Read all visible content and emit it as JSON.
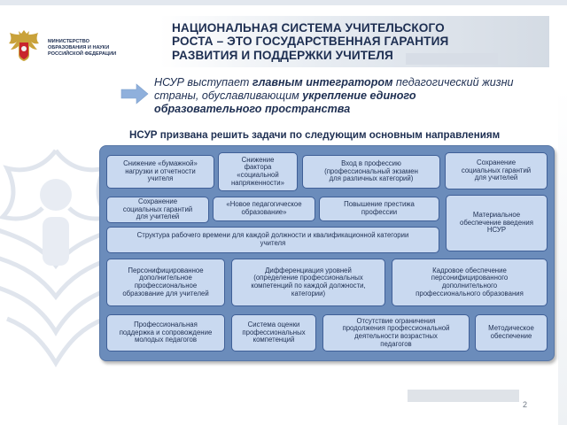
{
  "header": {
    "ministry_lines": [
      "МИНИСТЕРСТВО",
      "ОБРАЗОВАНИЯ И НАУКИ",
      "РОССИЙСКОЙ ФЕДЕРАЦИИ"
    ],
    "title_lines": [
      "НАЦИОНАЛЬНАЯ СИСТЕМА УЧИТЕЛЬСКОГО",
      "РОСТА – ЭТО ГОСУДАРСТВЕННАЯ ГАРАНТИЯ",
      "РАЗВИТИЯ И ПОДДЕРЖКИ УЧИТЕЛЯ"
    ]
  },
  "lead": {
    "line1_a": "НСУР выступает ",
    "line1_b": "главным интегратором",
    "line1_c": " педагогический жизни",
    "line2_a": "страны, обуславливающим ",
    "line2_b": "укрепление единого",
    "line3_b": "образовательного пространства"
  },
  "subheading": "НСУР призвана решить задачи по следующим основным направлениям",
  "boxes": [
    "Снижение «бумажной»\nнагрузки и отчетности\nучителя",
    "Снижение\nфактора\n«социальной\nнапряженности»",
    "Вход в профессию\n(профессиональный экзамен\nдля различных категорий)",
    "Сохранение\nсоциальных гарантий\nдля учителей",
    "Сохранение\nсоциальных гарантий\nдля учителей",
    "«Новое педагогическое\nобразование»",
    "Повышение престижа\nпрофессии",
    "Материальное\nобеспечение введения\nНСУР",
    "Структура рабочего времени для каждой должности и квалификационной категории\nучителя",
    "Персонифицированное\nдополнительное\nпрофессиональное\nобразование для учителей",
    "Дифференциация уровней\n(определение профессиональных\nкомпетенций по каждой должности,\nкатегории)",
    "Кадровое обеспечение\nперсонифицированного\nдополнительного\nпрофессионального  образования",
    "Профессиональная\nподдержка и сопровождение\nмолодых педагогов",
    "Система оценки\nпрофессиональных\nкомпетенций",
    "Отсутствие ограничения\nпродолжения профессиональной\nдеятельности возрастных\nпедагогов",
    "Методическое\nобеспечение"
  ],
  "page_number": "2",
  "colors": {
    "title_text": "#1e2f52",
    "panel": "#6b8cbb",
    "box_fill": "#c9d9f0",
    "box_border": "#3f5f97",
    "arrow": "#8fb0dc"
  }
}
